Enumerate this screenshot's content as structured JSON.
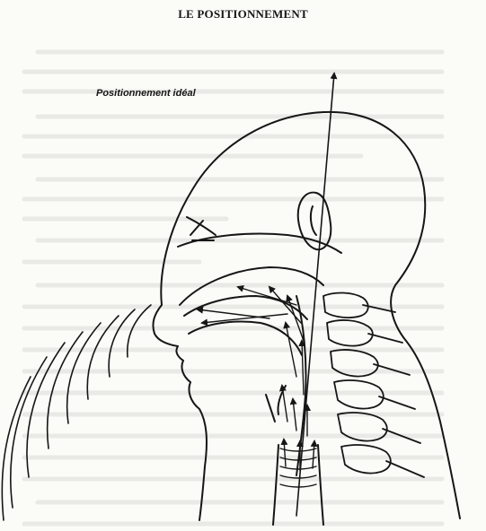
{
  "page": {
    "title": "LE POSITIONNEMENT"
  },
  "figure": {
    "caption": "Positionnement idéal",
    "subject": "head-profile-illustration",
    "colors": {
      "ink": "#161616",
      "paper": "#fbfbf8",
      "bleed_through": "#9a9a9a"
    }
  }
}
